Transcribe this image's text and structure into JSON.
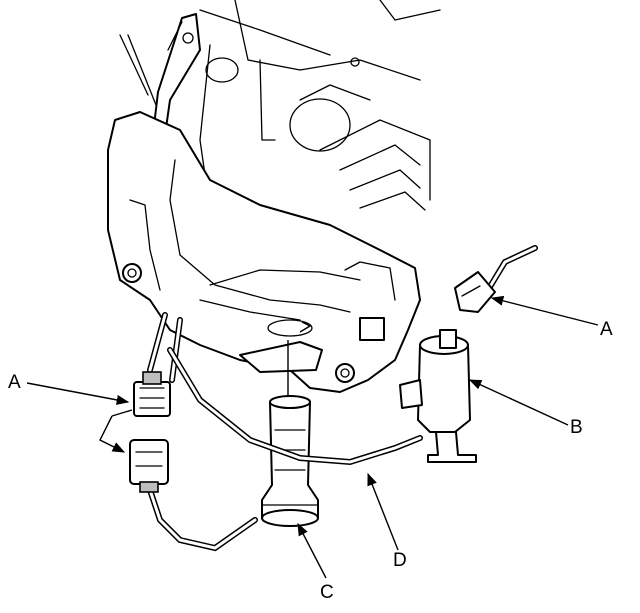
{
  "callouts": {
    "a_right": "A",
    "a_left": "A",
    "b": "B",
    "c": "C",
    "d": "D"
  }
}
